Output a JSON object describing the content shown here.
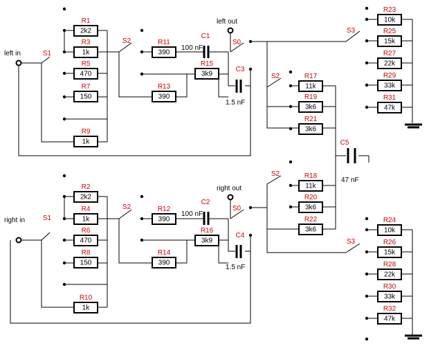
{
  "terminals": {
    "left_in": "left in",
    "right_in": "right in",
    "left_out": "left out",
    "right_out": "right out"
  },
  "switches": {
    "left_S1": "S1",
    "left_S2a": "S2",
    "left_S0": "S0",
    "left_S2b": "S2",
    "left_S3": "S3",
    "right_S1": "S1",
    "right_S2a": "S2",
    "right_S0": "S0",
    "right_S2b": "S2",
    "right_S3": "S3"
  },
  "resistors": [
    {
      "ref": "R1",
      "value": "2k2"
    },
    {
      "ref": "R3",
      "value": "1k"
    },
    {
      "ref": "R5",
      "value": "470"
    },
    {
      "ref": "R7",
      "value": "150"
    },
    {
      "ref": "R9",
      "value": "1k"
    },
    {
      "ref": "R11",
      "value": "390"
    },
    {
      "ref": "R13",
      "value": "390"
    },
    {
      "ref": "R15",
      "value": "3k9"
    },
    {
      "ref": "R17",
      "value": "11k"
    },
    {
      "ref": "R19",
      "value": "3k6"
    },
    {
      "ref": "R21",
      "value": "3k6"
    },
    {
      "ref": "R23",
      "value": "10k"
    },
    {
      "ref": "R25",
      "value": "15k"
    },
    {
      "ref": "R27",
      "value": "22k"
    },
    {
      "ref": "R29",
      "value": "33k"
    },
    {
      "ref": "R31",
      "value": "47k"
    },
    {
      "ref": "R2",
      "value": "2k2"
    },
    {
      "ref": "R4",
      "value": "1k"
    },
    {
      "ref": "R6",
      "value": "470"
    },
    {
      "ref": "R8",
      "value": "150"
    },
    {
      "ref": "R10",
      "value": "1k"
    },
    {
      "ref": "R12",
      "value": "390"
    },
    {
      "ref": "R14",
      "value": "390"
    },
    {
      "ref": "R16",
      "value": "3k9"
    },
    {
      "ref": "R18",
      "value": "11k"
    },
    {
      "ref": "R20",
      "value": "3k6"
    },
    {
      "ref": "R22",
      "value": "3k6"
    },
    {
      "ref": "R24",
      "value": "10k"
    },
    {
      "ref": "R26",
      "value": "15k"
    },
    {
      "ref": "R28",
      "value": "22k"
    },
    {
      "ref": "R30",
      "value": "33k"
    },
    {
      "ref": "R32",
      "value": "47k"
    }
  ],
  "capacitors": [
    {
      "ref": "C1",
      "value": "100 nF"
    },
    {
      "ref": "C3",
      "value": "1.5 nF"
    },
    {
      "ref": "C2",
      "value": "100 nF"
    },
    {
      "ref": "C4",
      "value": "1.5 nF"
    },
    {
      "ref": "C5",
      "value": "47 nF"
    }
  ]
}
